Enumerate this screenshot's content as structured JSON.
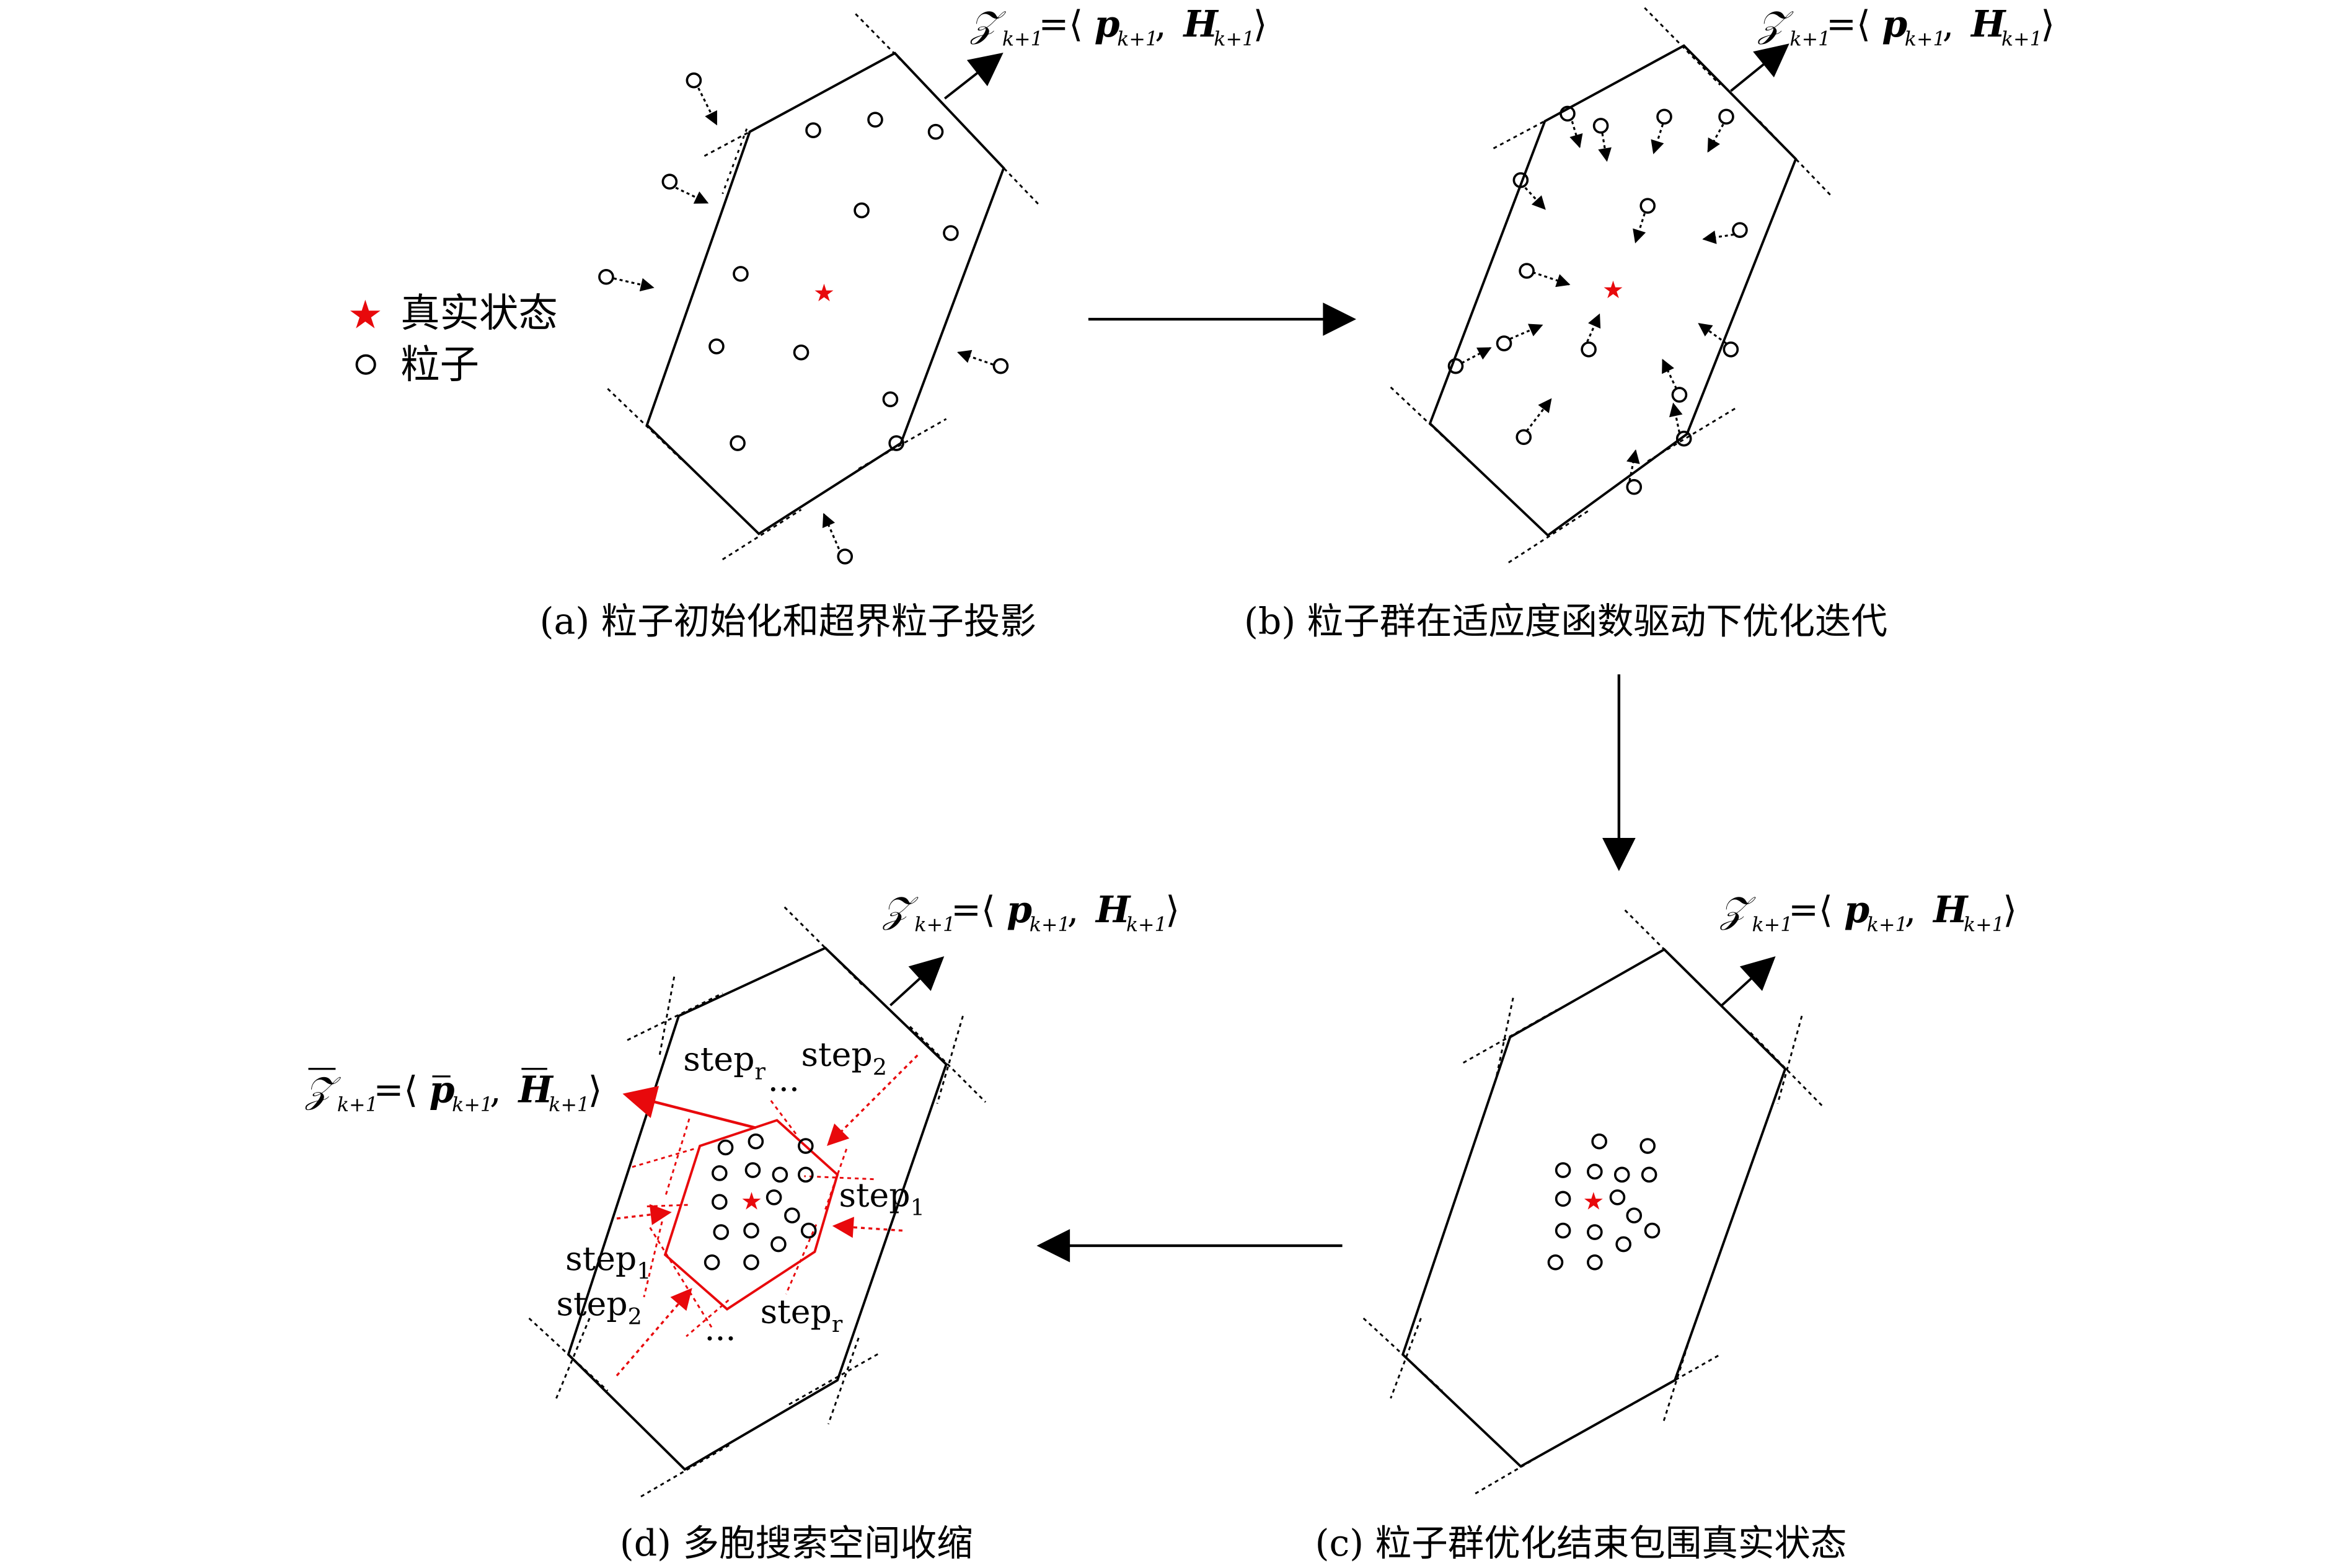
{
  "legend": {
    "true_state_label": "真实状态",
    "particle_label": "粒子",
    "true_state_icon": "star-icon",
    "particle_icon": "circle-icon",
    "star_color": "#e8090c"
  },
  "panels": {
    "a": {
      "caption": "(a) 粒子初始化和超界粒子投影"
    },
    "b": {
      "caption": "(b) 粒子群在适应度函数驱动下优化迭代"
    },
    "c": {
      "caption": "(c) 粒子群优化结束包围真实状态"
    },
    "d": {
      "caption": "(d) 多胞搜索空间收缩"
    }
  },
  "zonotope_label": {
    "Z": "𝒵",
    "sub": "k+1",
    "eq": "=⟨",
    "p": "p",
    "comma": ", ",
    "H": "H",
    "close": "⟩"
  },
  "shrunk_label": {
    "Z": "𝒵",
    "sub": "k+1",
    "eq": "=⟨",
    "p": "p",
    "comma": ", ",
    "H": "H",
    "close": "⟩"
  },
  "steps": {
    "step": "step",
    "sub_1": "1",
    "sub_2": "2",
    "sub_r": "r",
    "ellipsis": "···"
  },
  "colors": {
    "red": "#e8090c",
    "black": "#000000"
  }
}
